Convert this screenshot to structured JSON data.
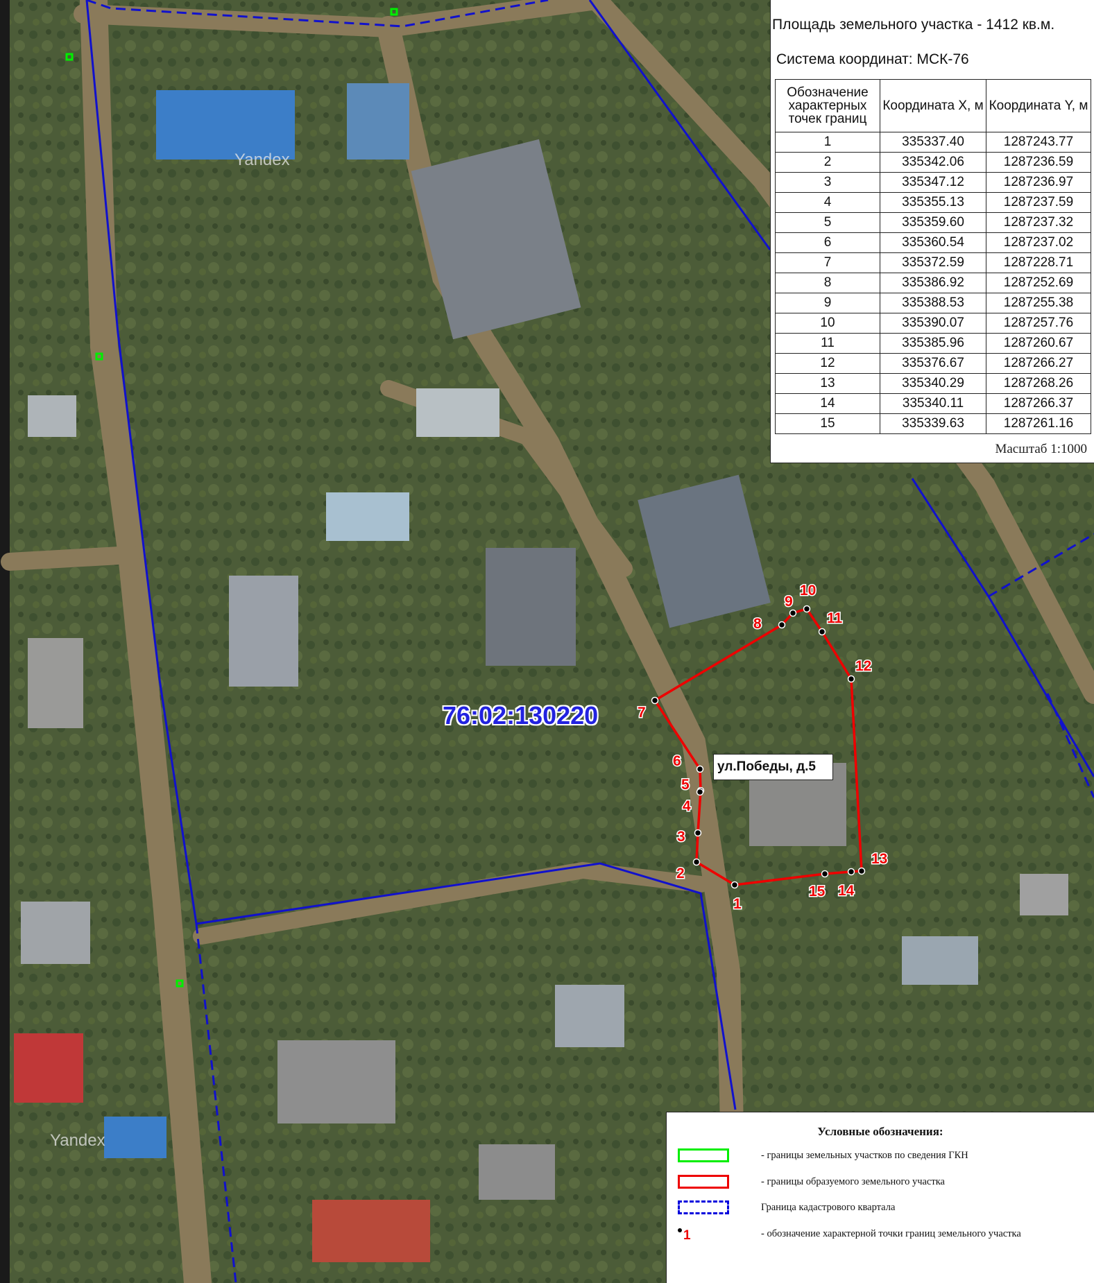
{
  "info": {
    "area": "Площадь земельного участка - 1412 кв.м.",
    "crs": "Система координат: МСК-76",
    "scale": "Масштаб 1:1000"
  },
  "table": {
    "headers": [
      "Обозначение характерных точек границ",
      "Координата X, м",
      "Координата Y, м"
    ],
    "rows": [
      [
        "1",
        "335337.40",
        "1287243.77"
      ],
      [
        "2",
        "335342.06",
        "1287236.59"
      ],
      [
        "3",
        "335347.12",
        "1287236.97"
      ],
      [
        "4",
        "335355.13",
        "1287237.59"
      ],
      [
        "5",
        "335359.60",
        "1287237.32"
      ],
      [
        "6",
        "335360.54",
        "1287237.02"
      ],
      [
        "7",
        "335372.59",
        "1287228.71"
      ],
      [
        "8",
        "335386.92",
        "1287252.69"
      ],
      [
        "9",
        "335388.53",
        "1287255.38"
      ],
      [
        "10",
        "335390.07",
        "1287257.76"
      ],
      [
        "11",
        "335385.96",
        "1287260.67"
      ],
      [
        "12",
        "335376.67",
        "1287266.27"
      ],
      [
        "13",
        "335340.29",
        "1287268.26"
      ],
      [
        "14",
        "335340.11",
        "1287266.37"
      ],
      [
        "15",
        "335339.63",
        "1287261.16"
      ]
    ]
  },
  "map": {
    "quarter_number": "76:02:130220",
    "address_label": "ул.Победы, д.5",
    "watermarks": [
      "Yandex",
      "Yandex"
    ]
  },
  "legend": {
    "title": "Условные обозначения:",
    "items": [
      {
        "text": "- границы земельных участков по сведения ГКН",
        "color": "#00ee00",
        "style": "solid"
      },
      {
        "text": "- границы образуемого земельного участка",
        "color": "#ee0000",
        "style": "solid"
      },
      {
        "text": "Граница кадастрового квартала",
        "color": "#0000dd",
        "style": "dashed"
      },
      {
        "text": "- обозначение характерной точки границ земельного участка",
        "marker_label": "1",
        "style": "point"
      }
    ]
  },
  "colors": {
    "parcel_boundary": "#ee0000",
    "quarter_boundary": "#1111cc",
    "gkn_boundary": "#00ee00",
    "point_label": "#ee0000"
  }
}
